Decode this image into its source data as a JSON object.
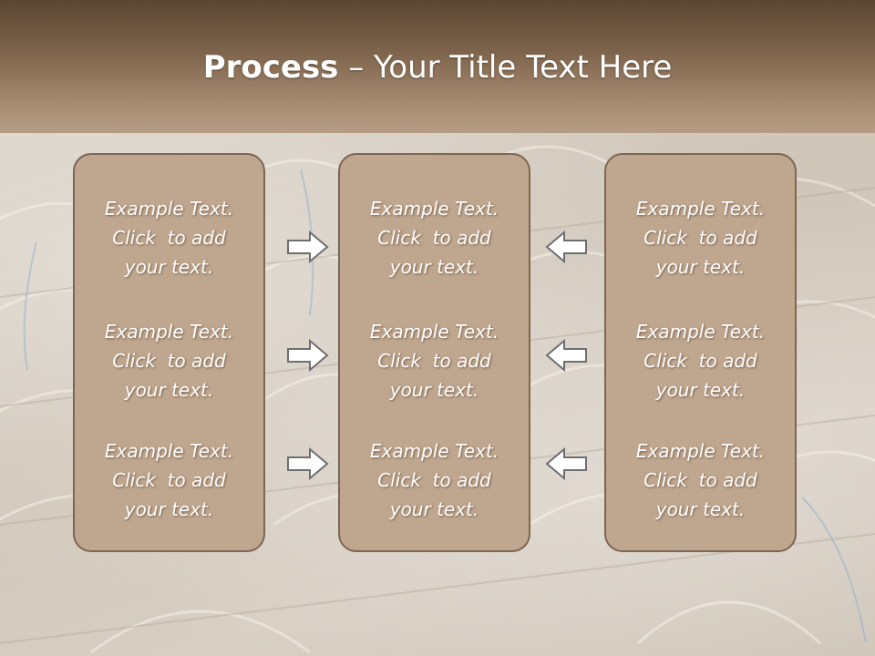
{
  "slide": {
    "title_bold": "Process",
    "title_rest": " – Your Title Text Here"
  },
  "columns": [
    {
      "items": [
        {
          "line1": "Example Text.",
          "line2": "Click  to add",
          "line3": "your text."
        },
        {
          "line1": "Example Text.",
          "line2": "Click  to add",
          "line3": "your text."
        },
        {
          "line1": "Example Text.",
          "line2": "Click  to add",
          "line3": "your text."
        }
      ]
    },
    {
      "items": [
        {
          "line1": "Example Text.",
          "line2": "Click  to add",
          "line3": "your text."
        },
        {
          "line1": "Example Text.",
          "line2": "Click  to add",
          "line3": "your text."
        },
        {
          "line1": "Example Text.",
          "line2": "Click  to add",
          "line3": "your text."
        }
      ]
    },
    {
      "items": [
        {
          "line1": "Example Text.",
          "line2": "Click  to add",
          "line3": "your text."
        },
        {
          "line1": "Example Text.",
          "line2": "Click  to add",
          "line3": "your text."
        },
        {
          "line1": "Example Text.",
          "line2": "Click  to add",
          "line3": "your text."
        }
      ]
    }
  ],
  "arrows": {
    "left_column": [
      "right-arrow-icon",
      "right-arrow-icon",
      "right-arrow-icon"
    ],
    "right_column": [
      "left-arrow-icon",
      "left-arrow-icon",
      "left-arrow-icon"
    ]
  },
  "colors": {
    "header_dark": "#5a4632",
    "header_light": "#b59c82",
    "panel_fill": "#bfa68e",
    "panel_border": "#7d6652",
    "text": "#ffffff"
  }
}
